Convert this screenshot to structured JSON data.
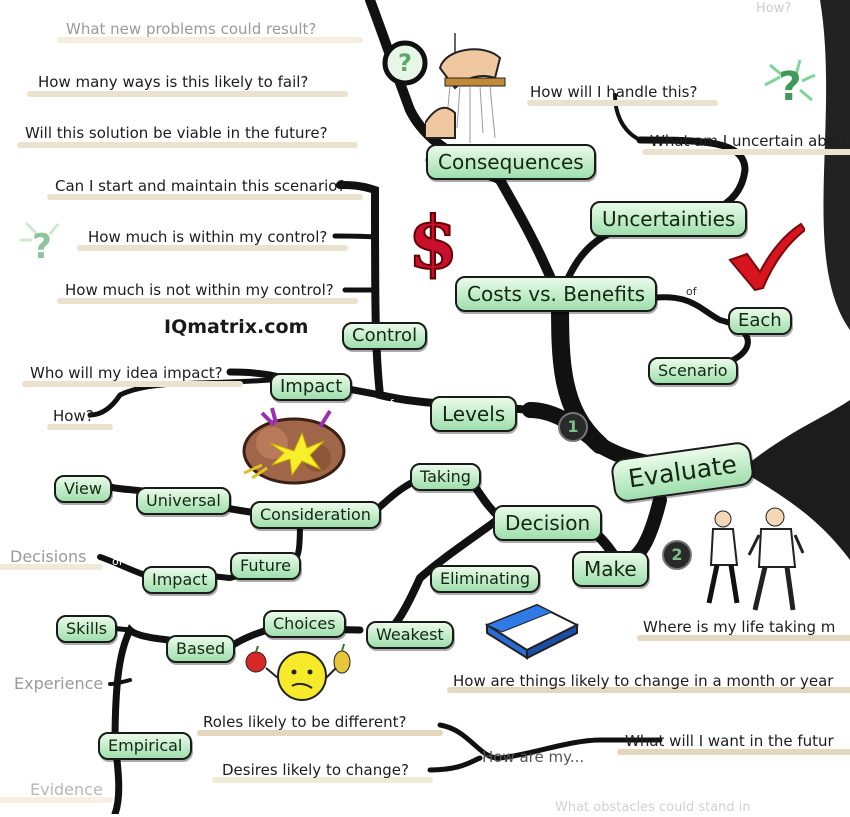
{
  "watermark": "IQmatrix.com",
  "center": {
    "label": "Evaluate",
    "number": "1"
  },
  "branches": {
    "costs_vs_benefits": "Costs vs. Benefits",
    "consequences": "Consequences",
    "uncertainties": "Uncertainties",
    "each": "Each",
    "scenario": "Scenario",
    "of_connector": "of",
    "levels": "Levels",
    "control": "Control",
    "impact": "Impact",
    "make": "Make",
    "make_number": "2",
    "decision": "Decision",
    "taking": "Taking",
    "eliminating": "Eliminating",
    "consideration": "Consideration",
    "into_connector": "into",
    "universal": "Universal",
    "view": "View",
    "future": "Future",
    "impact2": "Impact",
    "decisions": "Decisions",
    "weakest": "Weakest",
    "choices": "Choices",
    "based": "Based",
    "on_connector": "on",
    "skills": "Skills",
    "experience": "Experience",
    "empirical": "Empirical",
    "evidence": "Evidence",
    "how_are_my": "How are my...",
    "how_top": "How?"
  },
  "questions": {
    "new_problems": "What new problems could result?",
    "fail": "How many ways is this likely to fail?",
    "viable": "Will this solution be viable in the future?",
    "start_maintain": "Can I start and maintain this scenario?",
    "within_control": "How much is within my control?",
    "not_within_control": "How much is not within my control?",
    "handle": "How will I handle this?",
    "uncertain_about": "What am I uncertain abou",
    "who_impact": "Who will my idea impact?",
    "how_impact": "How?",
    "life_taking": "Where is my life taking m",
    "change_month": "How are things likely to change in a month or year",
    "roles": "Roles likely to be different?",
    "desires": "Desires likely to change?",
    "want_future": "What will I want in the futur",
    "bottom_partial": "What obstacles could stand in"
  },
  "icons": [
    "question-mark-icon",
    "puppet-hand-icon",
    "dollar-sign-icon",
    "check-mark-icon",
    "explosion-icon",
    "eraser-icon",
    "confused-face-icon",
    "two-people-icon"
  ],
  "colors": {
    "node_fill_top": "#eafbe9",
    "node_fill_bottom": "#9fdfad",
    "branch": "#1a1a1a",
    "question_bg_start": "#fdf6e7"
  }
}
